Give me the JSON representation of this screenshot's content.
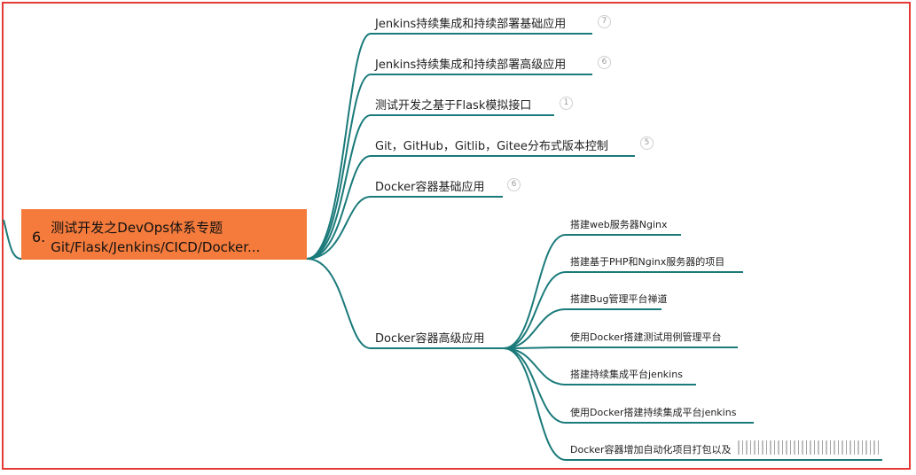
{
  "root": {
    "number": "6.",
    "line1": "测试开发之DevOps体系专题",
    "line2": "Git/Flask/Jenkins/CICD/Docker..."
  },
  "branches": [
    {
      "label": "Jenkins持续集成和持续部署基础应用",
      "count": "7"
    },
    {
      "label": "Jenkins持续集成和持续部署高级应用",
      "count": "6"
    },
    {
      "label": "测试开发之基于Flask模拟接口",
      "count": "1"
    },
    {
      "label": "Git，GitHub，Gitlib，Gitee分布式版本控制",
      "count": "5"
    },
    {
      "label": "Docker容器基础应用",
      "count": "6"
    },
    {
      "label": "Docker容器高级应用",
      "count": ""
    }
  ],
  "sub_branches": [
    "搭建web服务器Nginx",
    "搭建基于PHP和Nginx服务器的项目",
    "搭建Bug管理平台禅道",
    "使用Docker搭建测试用例管理平台",
    "搭建持续集成平台jenkins",
    "使用Docker搭建持续集成平台jenkins",
    "Docker容器增加自动化项目打包以及"
  ],
  "colors": {
    "line": "#1b7a7a",
    "root_fill": "#f47b3c",
    "frame": "#e53935"
  }
}
